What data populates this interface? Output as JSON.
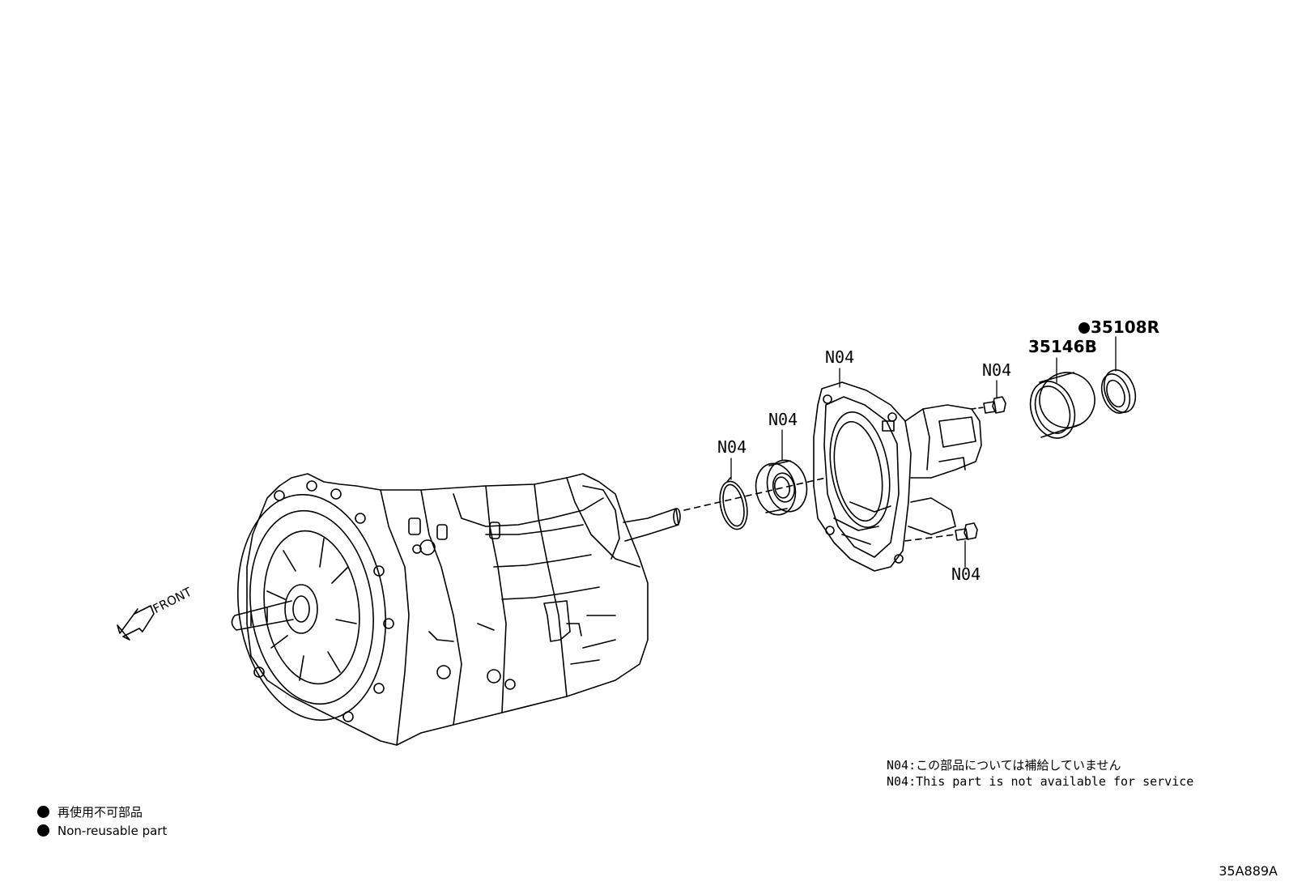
{
  "callouts": {
    "ring_label": "N04",
    "bearing_label": "N04",
    "housing_label": "N04",
    "bolt_upper_label": "N04",
    "bolt_lower_label": "N04",
    "sleeve_label": "35146B",
    "seal_label": "35108R"
  },
  "direction": {
    "front_label": "FRONT"
  },
  "notes": {
    "line_jp": "N04:この部品については補給していません",
    "line_en": "N04:This part is not available for service"
  },
  "legend": {
    "line_jp": "再使用不可部品",
    "line_en": "Non-reusable part"
  },
  "diagram_code": "35A889A",
  "icons": {
    "non_reusable_marker": "filled-circle-icon",
    "front_arrow": "front-arrow-icon"
  }
}
